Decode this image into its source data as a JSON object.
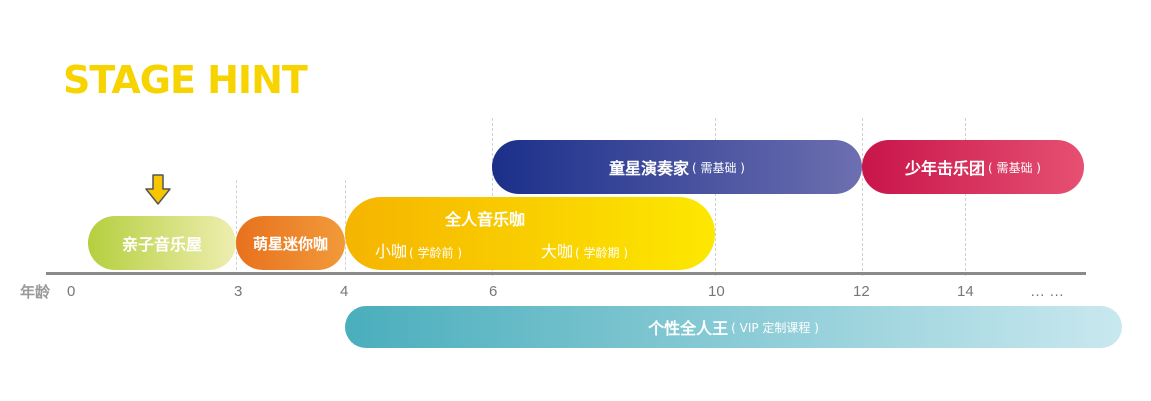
{
  "title": "STAGE HINT",
  "axis": {
    "label": "年龄",
    "ticks": [
      "0",
      "3",
      "4",
      "6",
      "10",
      "12",
      "14",
      "… …"
    ]
  },
  "stages": {
    "parent_child": {
      "label": "亲子音乐屋"
    },
    "cute_star": {
      "label": "萌星迷你咖"
    },
    "all_round": {
      "label": "全人音乐咖",
      "small": {
        "label": "小咖",
        "note": "( 学龄前 )"
      },
      "big": {
        "label": "大咖",
        "note": "( 学龄期 )"
      }
    },
    "star_performer": {
      "label": "童星演奏家",
      "note": "( 需基础 )"
    },
    "youth_band": {
      "label": "少年击乐团",
      "note": "( 需基础 )"
    },
    "vip": {
      "label": "个性全人王",
      "note": "( VIP 定制课程 )"
    }
  },
  "colors": {
    "title": "#f7d300",
    "arrow": "#f7c600",
    "parent_child": [
      "#b5cf3f",
      "#eeeeb0"
    ],
    "cute_star": [
      "#e8711e",
      "#f19a3a"
    ],
    "all_round": [
      "#f5b400",
      "#fde800"
    ],
    "star_performer": [
      "#1b2f8a",
      "#6d6fb0"
    ],
    "youth_band": [
      "#c8154a",
      "#e65072"
    ],
    "vip": [
      "#4aaebc",
      "#c9e8ef"
    ]
  }
}
